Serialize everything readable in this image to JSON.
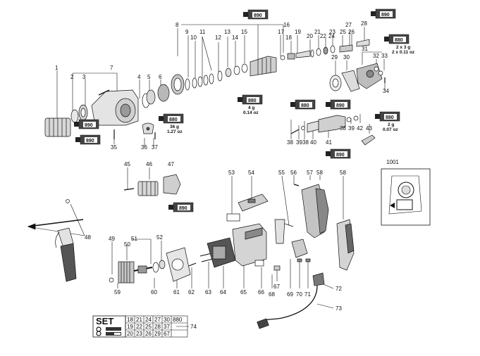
{
  "callouts": {
    "1": "1",
    "2": "2",
    "3": "3",
    "4": "4",
    "5": "5",
    "6": "6",
    "7": "7",
    "8": "8",
    "9": "9",
    "10": "10",
    "11": "11",
    "12": "12",
    "13": "13",
    "14": "14",
    "15": "15",
    "16": "16",
    "17": "17",
    "18": "18",
    "19": "19",
    "20": "20",
    "21": "21",
    "22": "22",
    "23": "23",
    "24": "24",
    "25": "25",
    "26": "26",
    "27": "27",
    "28": "28",
    "29": "29",
    "30": "30",
    "31": "31",
    "32": "32",
    "33": "33",
    "34": "34",
    "35": "35",
    "36": "36",
    "37": "37",
    "38": "38",
    "39": "39",
    "40": "40",
    "41": "41",
    "42": "42",
    "43": "43",
    "45": "45",
    "46": "46",
    "47": "47",
    "48": "48",
    "49": "49",
    "50": "50",
    "51": "51",
    "52": "52",
    "53": "53",
    "54": "54",
    "55": "55",
    "56": "56",
    "57": "57",
    "58": "58",
    "59": "59",
    "60": "60",
    "61": "61",
    "62": "62",
    "63": "63",
    "64": "64",
    "65": "65",
    "66": "66",
    "67": "67",
    "68": "68",
    "69": "69",
    "70": "70",
    "71": "71",
    "72": "72",
    "73": "73",
    "74": "74",
    "1001": "1001"
  },
  "lubricant": {
    "code": "890",
    "alt_code": "880",
    "qty_4g": "4 g",
    "qty_4g_oz": "0.14 oz",
    "qty_36g": "36 g",
    "qty_36g_oz": "1.27 oz",
    "qty_2x3g": "2 x 3 g",
    "qty_2x3g_oz": "2 x 0.11 oz",
    "qty_2g": "2 g",
    "qty_2g_oz": "0.07 oz"
  },
  "set_table": {
    "title": "SET",
    "rows": [
      [
        "18",
        "21",
        "24",
        "27",
        "30",
        "880"
      ],
      [
        "19",
        "22",
        "25",
        "28",
        "37",
        ""
      ],
      [
        "20",
        "23",
        "26",
        "29",
        "67",
        ""
      ]
    ]
  },
  "colors": {
    "line": "#111111",
    "part_fill": "#d8d8d8",
    "dark_fill": "#333333"
  }
}
